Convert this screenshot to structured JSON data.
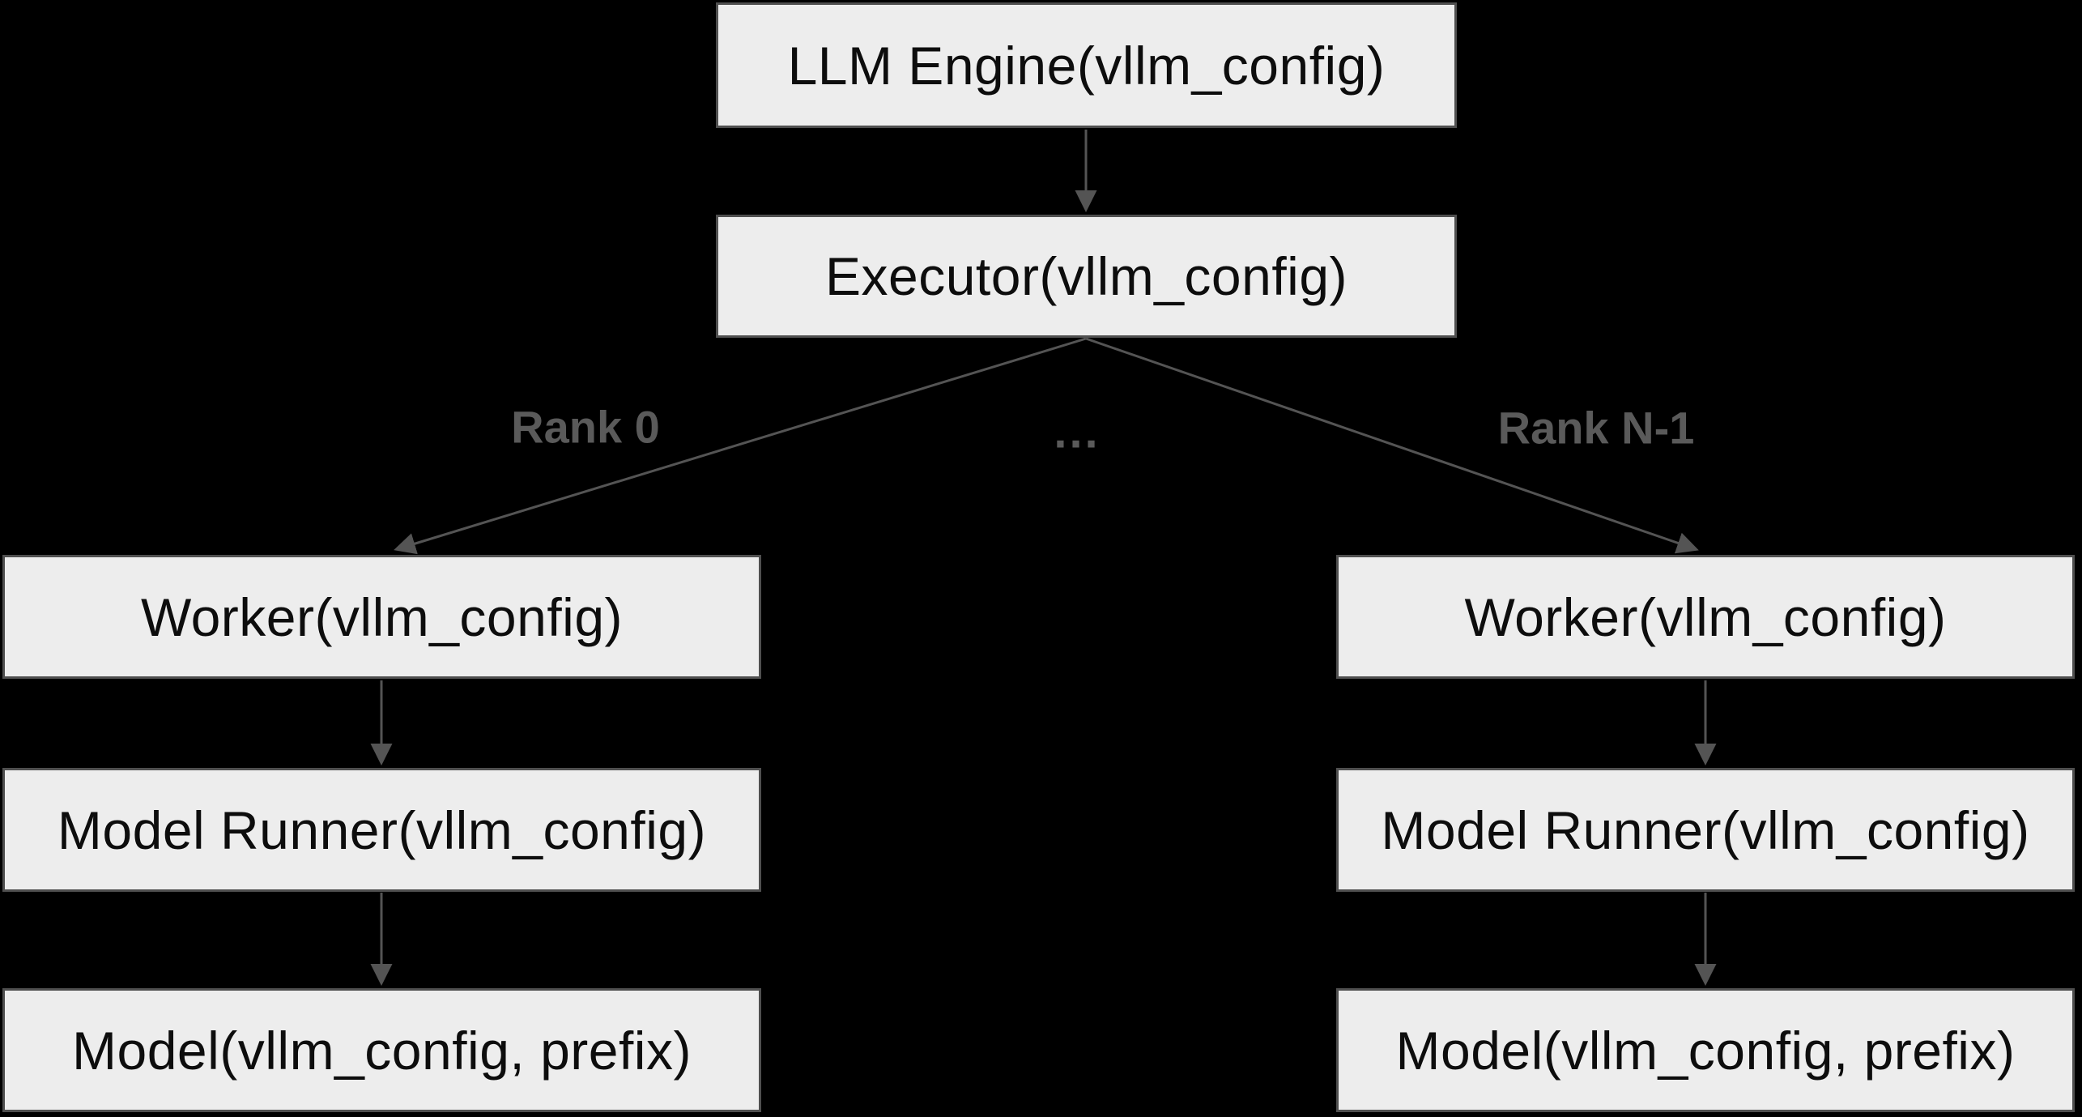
{
  "diagram": {
    "colors": {
      "background": "#000000",
      "node_fill": "#ededed",
      "node_border": "#4f4f4f",
      "node_text": "#0d0d0d",
      "edge_stroke": "#545454",
      "edge_label_text": "#5a5a5a"
    },
    "nodes": [
      {
        "id": "llm-engine",
        "label": "LLM Engine(vllm_config)"
      },
      {
        "id": "executor",
        "label": "Executor(vllm_config)"
      },
      {
        "id": "worker-0",
        "label": "Worker(vllm_config)"
      },
      {
        "id": "worker-n",
        "label": "Worker(vllm_config)"
      },
      {
        "id": "model-runner-0",
        "label": "Model Runner(vllm_config)"
      },
      {
        "id": "model-runner-n",
        "label": "Model Runner(vllm_config)"
      },
      {
        "id": "model-0",
        "label": "Model(vllm_config, prefix)"
      },
      {
        "id": "model-n",
        "label": "Model(vllm_config, prefix)"
      }
    ],
    "edge_labels": {
      "rank_0": "Rank 0",
      "middle_ellipsis": "...",
      "rank_n_minus_1": "Rank N-1"
    },
    "edges": [
      {
        "from": "llm-engine",
        "to": "executor"
      },
      {
        "from": "executor",
        "to": "worker-0",
        "label": "Rank 0"
      },
      {
        "from": "executor",
        "to": "worker-n",
        "label": "Rank N-1"
      },
      {
        "from": "worker-0",
        "to": "model-runner-0"
      },
      {
        "from": "model-runner-0",
        "to": "model-0"
      },
      {
        "from": "worker-n",
        "to": "model-runner-n"
      },
      {
        "from": "model-runner-n",
        "to": "model-n"
      }
    ]
  }
}
